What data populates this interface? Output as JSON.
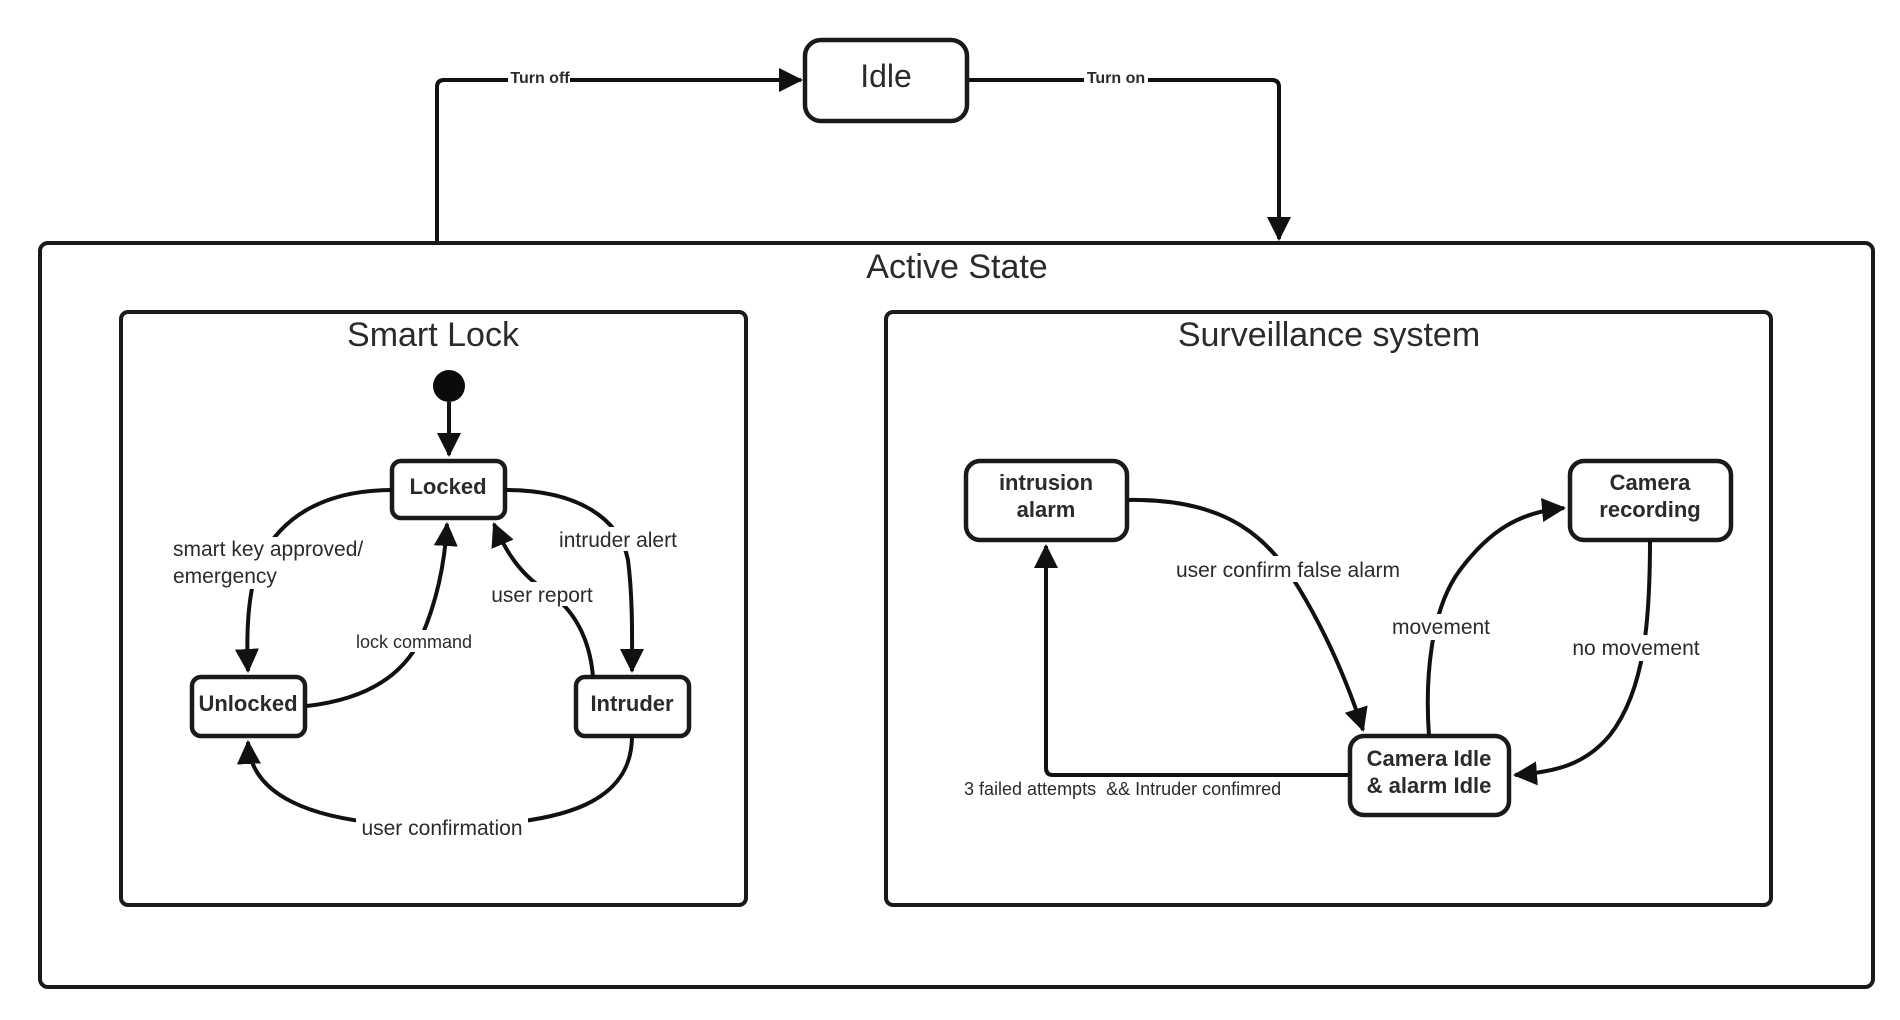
{
  "top_state": {
    "label": "Idle"
  },
  "top_transitions": {
    "turn_off": "Turn off",
    "turn_on": "Turn on"
  },
  "active_state": {
    "title": "Active State",
    "smart_lock": {
      "title": "Smart Lock",
      "states": {
        "locked": "Locked",
        "unlocked": "Unlocked",
        "intruder": "Intruder"
      },
      "transitions": {
        "smart_key_line1": "smart key approved/",
        "smart_key_line2": "emergency",
        "lock_command": "lock command",
        "intruder_alert": "intruder alert",
        "user_report": "user report",
        "user_confirmation": "user confirmation"
      }
    },
    "surveillance": {
      "title": "Surveillance system",
      "states": {
        "intrusion_alarm_line1": "intrusion",
        "intrusion_alarm_line2": "alarm",
        "camera_recording_line1": "Camera",
        "camera_recording_line2": "recording",
        "camera_idle_line1": "Camera Idle",
        "camera_idle_line2": "& alarm Idle"
      },
      "transitions": {
        "user_confirm_false_alarm": "user confirm false alarm",
        "movement": "movement",
        "no_movement": "no movement",
        "failed_attempts": "3 failed attempts  && Intruder confimred"
      }
    }
  },
  "colors": {
    "stroke": "#1a1a1a",
    "text": "#2b2b2b",
    "background": "#ffffff"
  }
}
